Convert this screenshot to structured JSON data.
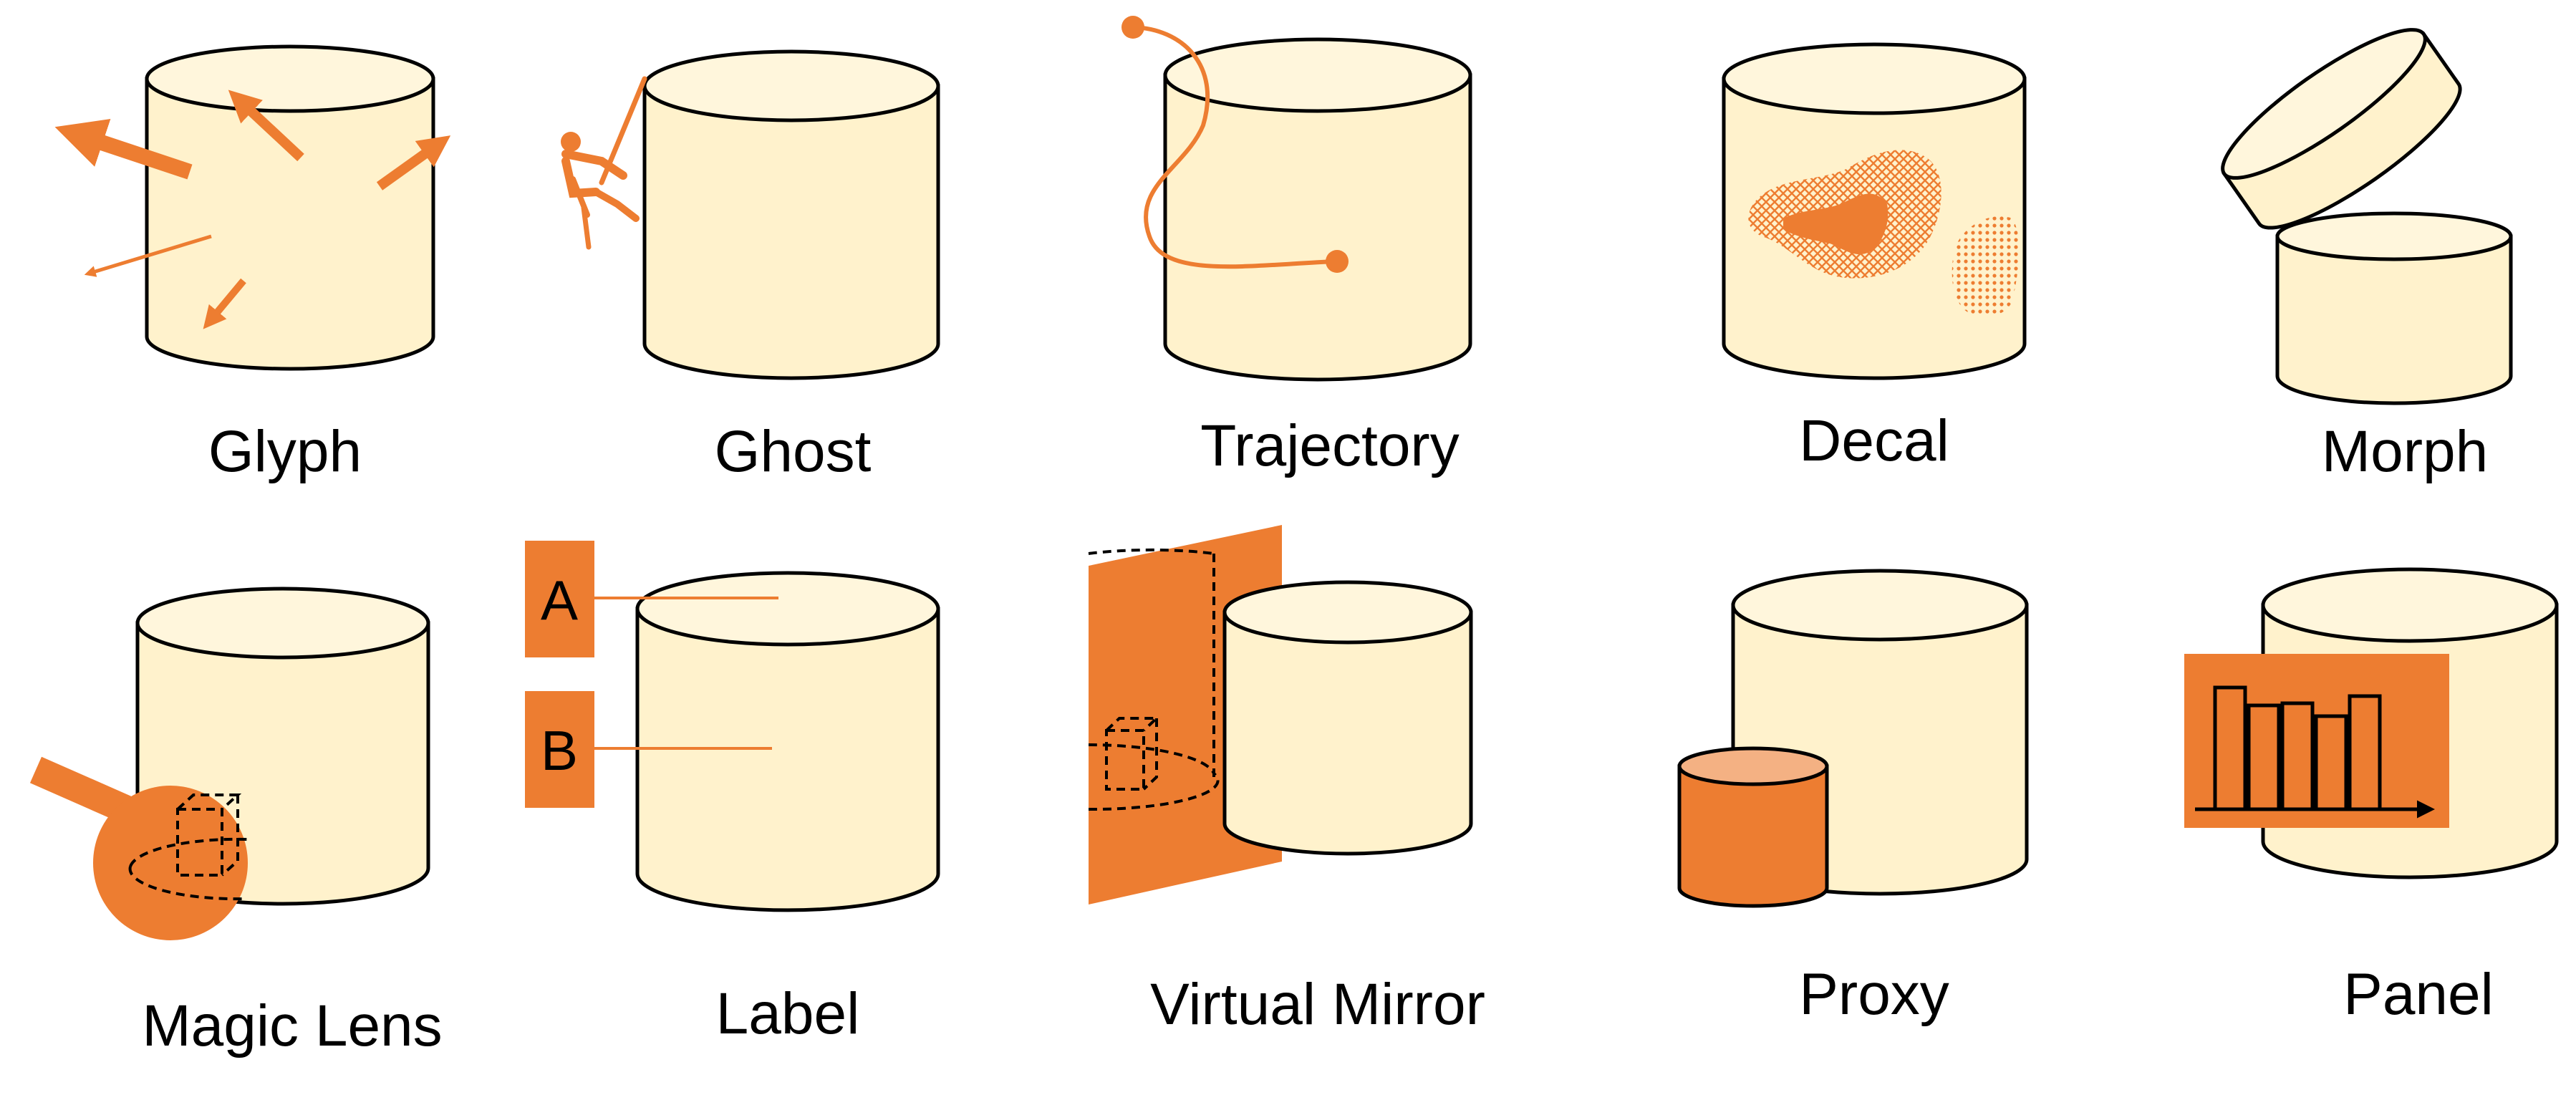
{
  "colors": {
    "cylinder_fill": "#FFF2CC",
    "cylinder_top": "#FFF6DC",
    "accent": "#ED7D31",
    "proxy_top": "#F4B183",
    "outline": "#000000",
    "background": "#FFFFFF"
  },
  "cells": [
    {
      "id": "glyph",
      "label": "Glyph"
    },
    {
      "id": "ghost",
      "label": "Ghost"
    },
    {
      "id": "trajectory",
      "label": "Trajectory"
    },
    {
      "id": "decal",
      "label": "Decal"
    },
    {
      "id": "morph",
      "label": "Morph"
    },
    {
      "id": "magic-lens",
      "label": "Magic Lens"
    },
    {
      "id": "label",
      "label": "Label",
      "tags": [
        "A",
        "B"
      ]
    },
    {
      "id": "virtual-mirror",
      "label": "Virtual Mirror"
    },
    {
      "id": "proxy",
      "label": "Proxy"
    },
    {
      "id": "panel",
      "label": "Panel"
    }
  ]
}
